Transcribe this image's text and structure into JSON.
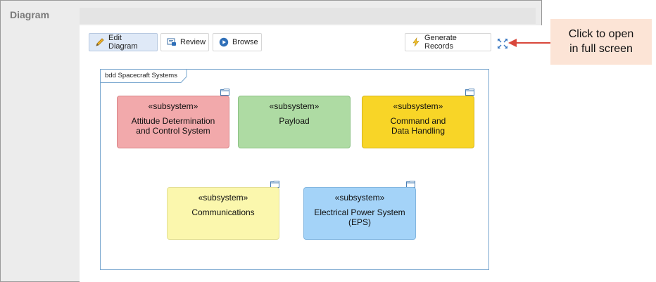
{
  "panel": {
    "title": "Diagram"
  },
  "toolbar": {
    "edit_label": "Edit Diagram",
    "review_label": "Review",
    "browse_label": "Browse",
    "generate_label": "Generate Records"
  },
  "diagram": {
    "frame_label": "bdd Spacecraft Systems",
    "blocks": [
      {
        "stereotype": "«subsystem»",
        "name": "Attitude Determination and Control System",
        "color": "#f2a9ab"
      },
      {
        "stereotype": "«subsystem»",
        "name": "Payload",
        "color": "#aedba3"
      },
      {
        "stereotype": "«subsystem»",
        "name": "Command and Data Handling",
        "color": "#f8d527"
      },
      {
        "stereotype": "«subsystem»",
        "name": "Communications",
        "color": "#fbf7ad"
      },
      {
        "stereotype": "«subsystem»",
        "name": "Electrical Power System (EPS)",
        "color": "#a4d3f8"
      }
    ]
  },
  "callout": {
    "line1": "Click to open",
    "line2": "in full screen"
  },
  "colors": {
    "accent": "#d9473b",
    "frame_border": "#7aa7cf",
    "callout_bg": "#fce4d6"
  }
}
